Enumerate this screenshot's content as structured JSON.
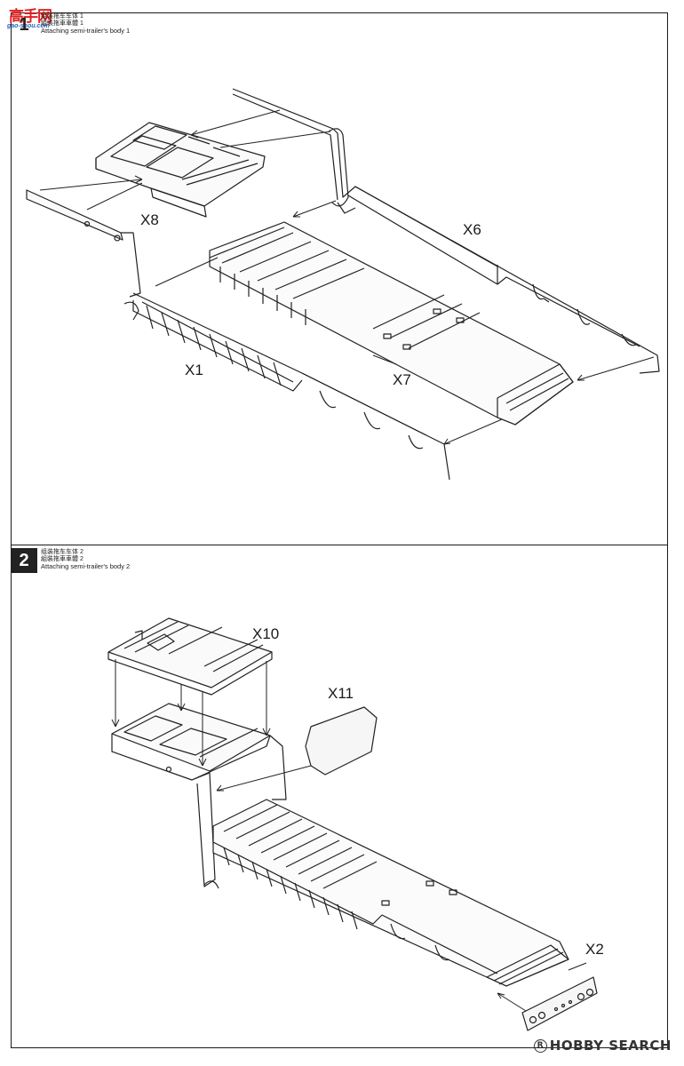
{
  "site_logo": {
    "title": "高手网",
    "url": "gao-shou.com"
  },
  "watermark": {
    "text": "HOBBY SEARCH"
  },
  "steps": [
    {
      "number": "1",
      "title_cn_simplified": "组装拖车车体 1",
      "title_cn_traditional": "組裝拖車車體 1",
      "title_en": "Attaching semi-trailer's body 1",
      "parts": {
        "x8": "X8",
        "x6": "X6",
        "x1": "X1",
        "x7": "X7"
      }
    },
    {
      "number": "2",
      "title_cn_simplified": "组装拖车车体 2",
      "title_cn_traditional": "組裝拖車車體 2",
      "title_en": "Attaching semi-trailer's body 2",
      "parts": {
        "x10": "X10",
        "x11": "X11",
        "x2": "X2"
      }
    }
  ]
}
